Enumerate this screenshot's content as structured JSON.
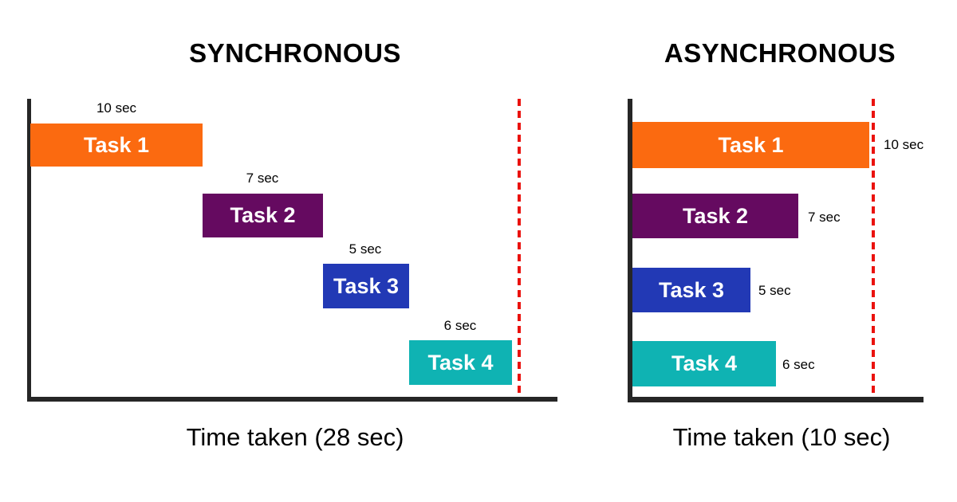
{
  "panels": [
    {
      "title": "SYNCHRONOUS",
      "caption": "Time taken (28 sec)",
      "total_sec": 28,
      "bars": [
        {
          "label": "Task 1",
          "duration_label": "10 sec",
          "duration_sec": 10,
          "start_sec": 0,
          "color": "#FB6A10"
        },
        {
          "label": "Task 2",
          "duration_label": "7 sec",
          "duration_sec": 7,
          "start_sec": 10,
          "color": "#650A60"
        },
        {
          "label": "Task 3",
          "duration_label": "5 sec",
          "duration_sec": 5,
          "start_sec": 17,
          "color": "#2239B5"
        },
        {
          "label": "Task 4",
          "duration_label": "6 sec",
          "duration_sec": 6,
          "start_sec": 22,
          "color": "#0FB3B3"
        }
      ]
    },
    {
      "title": "ASYNCHRONOUS",
      "caption": "Time taken (10 sec)",
      "total_sec": 10,
      "bars": [
        {
          "label": "Task 1",
          "duration_label": "10 sec",
          "duration_sec": 10,
          "start_sec": 0,
          "color": "#FB6A10"
        },
        {
          "label": "Task 2",
          "duration_label": "7 sec",
          "duration_sec": 7,
          "start_sec": 0,
          "color": "#650A60"
        },
        {
          "label": "Task 3",
          "duration_label": "5 sec",
          "duration_sec": 5,
          "start_sec": 0,
          "color": "#2239B5"
        },
        {
          "label": "Task 4",
          "duration_label": "6 sec",
          "duration_sec": 6,
          "start_sec": 0,
          "color": "#0FB3B3"
        }
      ]
    }
  ],
  "colors": {
    "task1_orange": "#FB6A10",
    "task2_purple": "#650A60",
    "task3_blue": "#2239B5",
    "task4_teal": "#0FB3B3",
    "deadline_red": "#EA120E",
    "axis_dark": "#262626",
    "background": "#FFFFFF"
  },
  "chart_data": [
    {
      "type": "bar",
      "orientation": "horizontal-gantt",
      "title": "SYNCHRONOUS",
      "categories": [
        "Task 1",
        "Task 2",
        "Task 3",
        "Task 4"
      ],
      "starts_sec": [
        0,
        10,
        17,
        22
      ],
      "durations_sec": [
        10,
        7,
        5,
        6
      ],
      "data_labels": [
        "10 sec",
        "7 sec",
        "5 sec",
        "6 sec"
      ],
      "xlabel": "Time taken (28 sec)",
      "xlim": [
        0,
        30
      ],
      "deadline_marker_sec": 28,
      "grid": false,
      "legend": false
    },
    {
      "type": "bar",
      "orientation": "horizontal-gantt",
      "title": "ASYNCHRONOUS",
      "categories": [
        "Task 1",
        "Task 2",
        "Task 3",
        "Task 4"
      ],
      "starts_sec": [
        0,
        0,
        0,
        0
      ],
      "durations_sec": [
        10,
        7,
        5,
        6
      ],
      "data_labels": [
        "10 sec",
        "7 sec",
        "5 sec",
        "6 sec"
      ],
      "xlabel": "Time taken (10 sec)",
      "xlim": [
        0,
        12
      ],
      "deadline_marker_sec": 10,
      "grid": false,
      "legend": false
    }
  ]
}
